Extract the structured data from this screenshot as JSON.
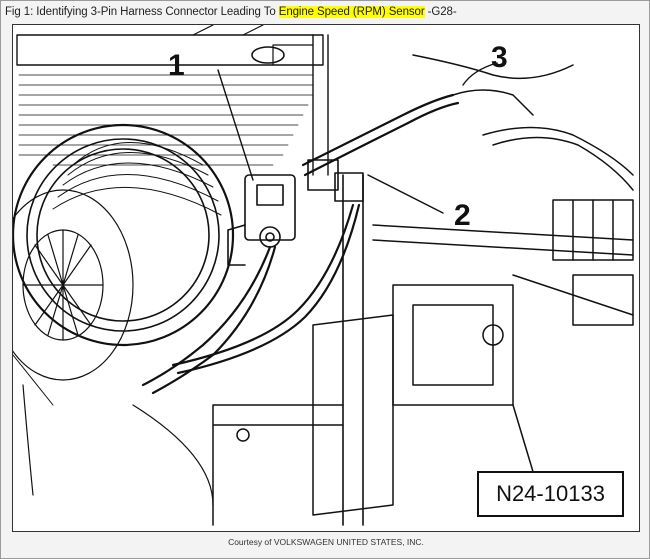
{
  "caption": {
    "prefix": "Fig 1: Identifying 3-Pin Harness Connector Leading To ",
    "highlight": "Engine Speed (RPM) Sensor",
    "suffix": " -G28-"
  },
  "callouts": [
    "1",
    "3",
    "2"
  ],
  "reference_code": "N24-10133",
  "credit": "Courtesy of VOLKSWAGEN UNITED STATES, INC.",
  "colors": {
    "highlight": "#ffff00",
    "line_art": "#111111"
  }
}
